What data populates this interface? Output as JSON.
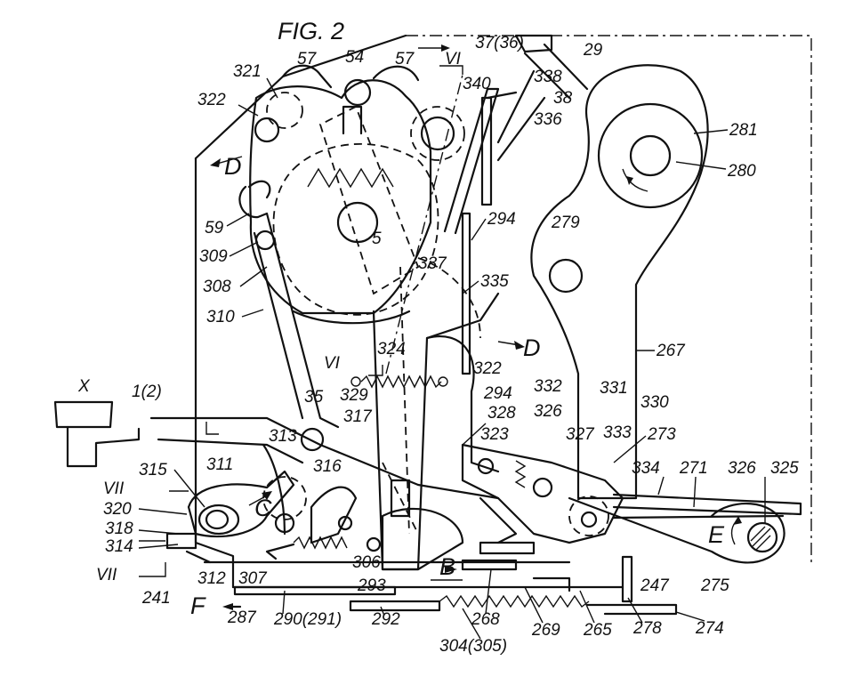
{
  "figure": {
    "title": "FIG. 2",
    "labels": {
      "l_37_36": "37(36)",
      "l_29": "29",
      "l_338": "338",
      "l_340": "340",
      "l_38": "38",
      "l_336": "336",
      "l_321": "321",
      "l_57a": "57",
      "l_54": "54",
      "l_57b": "57",
      "l_VIa": "VI",
      "l_322a": "322",
      "l_Da": "D",
      "l_59": "59",
      "l_309": "309",
      "l_308": "308",
      "l_310": "310",
      "l_5": "5",
      "l_294a": "294",
      "l_279": "279",
      "l_281": "281",
      "l_280": "280",
      "l_337": "337",
      "l_335": "335",
      "l_324": "324",
      "l_VIb": "VI",
      "l_Db": "D",
      "l_267": "267",
      "l_322b": "322",
      "l_294b": "294",
      "l_329": "329",
      "l_317": "317",
      "l_332": "332",
      "l_331": "331",
      "l_330": "330",
      "l_328": "328",
      "l_326a": "326",
      "l_327": "327",
      "l_333": "333",
      "l_273": "273",
      "l_323": "323",
      "l_X": "X",
      "l_1_2": "1(2)",
      "l_35": "35",
      "l_313": "313",
      "l_315": "315",
      "l_311": "311",
      "l_316": "316",
      "l_VIIa": "VII",
      "l_320": "320",
      "l_C": "C",
      "l_318": "318",
      "l_314": "314",
      "l_334": "334",
      "l_271": "271",
      "l_326b": "326",
      "l_325": "325",
      "l_E": "E",
      "l_306": "306",
      "l_307": "307",
      "l_312": "312",
      "l_VIIb": "VII",
      "l_241": "241",
      "l_293": "293",
      "l_B": "B",
      "l_247": "247",
      "l_275": "275",
      "l_F": "F",
      "l_287": "287",
      "l_290_291": "290(291)",
      "l_292": "292",
      "l_268": "268",
      "l_269": "269",
      "l_265": "265",
      "l_278": "278",
      "l_274": "274",
      "l_304_305": "304(305)"
    }
  }
}
